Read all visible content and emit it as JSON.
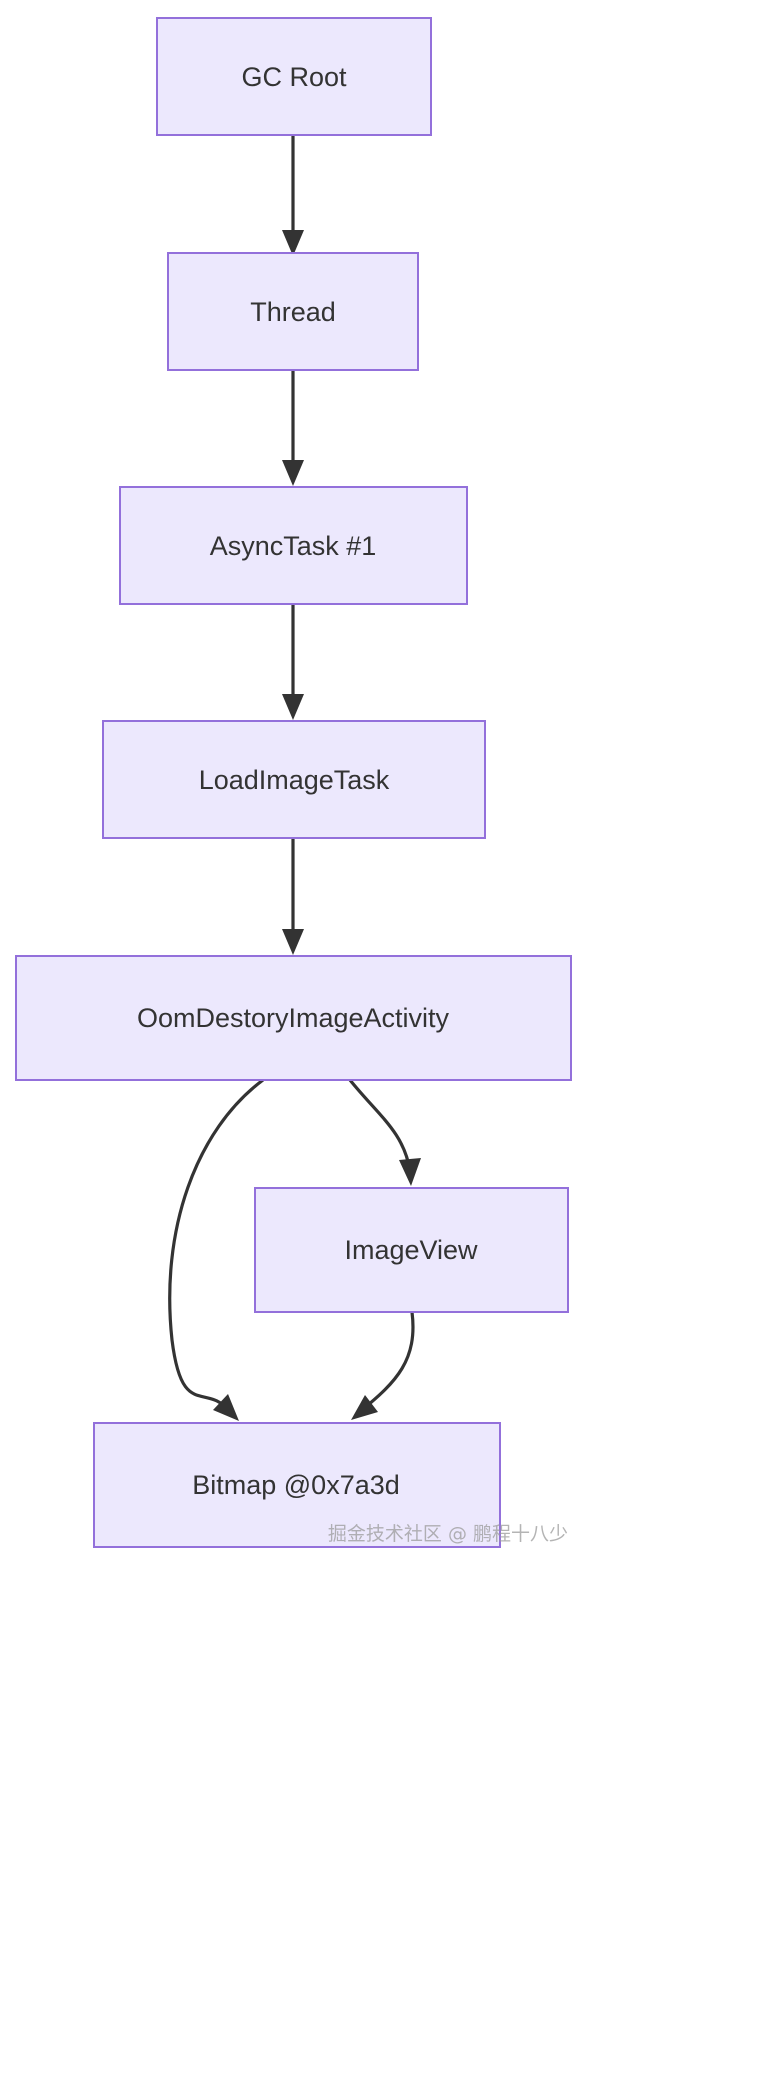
{
  "diagram": {
    "title": "GC Root reference chain to Bitmap",
    "type": "flowchart",
    "direction": "top-down",
    "background_color": "#ffffff",
    "node_fill": "#ece8fd",
    "node_border": "#9370db",
    "node_text_color": "#333333",
    "edge_color": "#333333",
    "nodes": [
      {
        "id": "gc-root",
        "label": "GC Root"
      },
      {
        "id": "thread",
        "label": "Thread"
      },
      {
        "id": "asynctask",
        "label": "AsyncTask #1"
      },
      {
        "id": "loadimage",
        "label": "LoadImageTask"
      },
      {
        "id": "activity",
        "label": "OomDestoryImageActivity"
      },
      {
        "id": "imageview",
        "label": "ImageView"
      },
      {
        "id": "bitmap",
        "label": "Bitmap @0x7a3d"
      }
    ],
    "edges": [
      {
        "id": "e1",
        "from": "GC Root",
        "to": "Thread",
        "shape": "straight"
      },
      {
        "id": "e2",
        "from": "Thread",
        "to": "AsyncTask #1",
        "shape": "straight"
      },
      {
        "id": "e3",
        "from": "AsyncTask #1",
        "to": "LoadImageTask",
        "shape": "straight"
      },
      {
        "id": "e4",
        "from": "LoadImageTask",
        "to": "OomDestoryImageActivity",
        "shape": "straight"
      },
      {
        "id": "e5",
        "from": "OomDestoryImageActivity",
        "to": "ImageView",
        "shape": "curved"
      },
      {
        "id": "e6",
        "from": "OomDestoryImageActivity",
        "to": "Bitmap @0x7a3d",
        "shape": "curved"
      },
      {
        "id": "e7",
        "from": "ImageView",
        "to": "Bitmap @0x7a3d",
        "shape": "curved"
      }
    ]
  },
  "watermark": {
    "text": "掘金技术社区 @ 鹏程十八少",
    "color": "#9b9b9b"
  }
}
